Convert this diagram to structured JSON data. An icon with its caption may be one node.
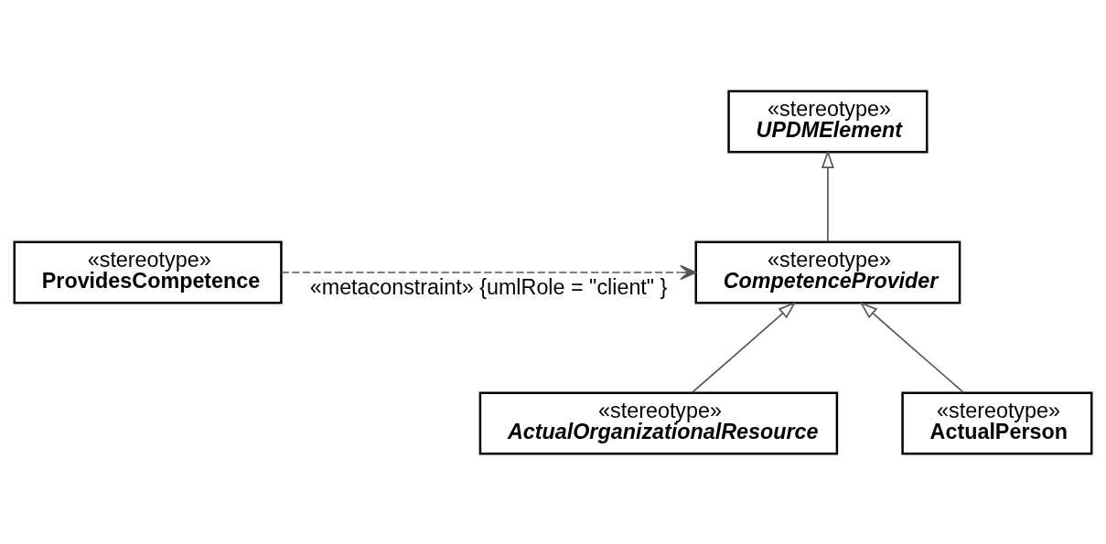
{
  "diagram": {
    "nodes": [
      {
        "text": [
          "«stereotype»",
          "UPDMElement"
        ]
      },
      {
        "text": [
          "«stereotype»",
          "CompetenceProvider"
        ]
      },
      {
        "text": [
          "«stereotype»",
          "ProvidesCompetence"
        ]
      },
      {
        "text": [
          "«stereotype»",
          "ActualOrganizationalResource"
        ]
      },
      {
        "text": [
          "«stereotype»",
          "ActualPerson"
        ]
      }
    ],
    "edges": [
      {
        "from": 1,
        "to": 0,
        "arrow": "to"
      },
      {
        "from": 2,
        "to": 1,
        "arrow": "to",
        "style": "dashed",
        "label": "«metaconstraint» {umlRole = \"client\" }"
      },
      {
        "from": 3,
        "to": 1,
        "arrow": "to"
      },
      {
        "from": 4,
        "to": 1,
        "arrow": "to"
      }
    ]
  }
}
